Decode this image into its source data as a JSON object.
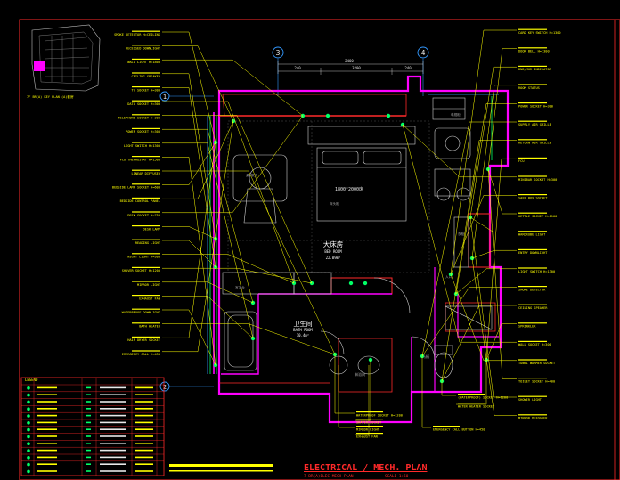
{
  "drawing": {
    "title": "ELECTRICAL / MECH. PLAN",
    "subtitle": "7-BR(A)ELEC-MECH PLAN",
    "scale": "SCALE 1:50"
  },
  "grid": {
    "marker_3": "3",
    "marker_4": "4",
    "marker_1": "1",
    "marker_2": "2",
    "dim_a": "240",
    "dim_b": "2400",
    "dim_c": "3200",
    "dim_d": "240"
  },
  "rooms": {
    "bed_label_cn": "大床房",
    "bed_label_en": "BED ROOM",
    "bed_area": "22.09m²",
    "bed_size": "1800*2000床",
    "bath_label_cn": "卫生间",
    "bath_label_en": "BATH ROOM",
    "bath_area": "10.4m²",
    "table_cn": "桌/茶几",
    "bed_tag": "床头柜",
    "entry_cn": "入口",
    "cabinet_cn": "衣柜",
    "shower_cn": "淋浴间",
    "toilet_cn": "马桶",
    "desk_cn": "写字台",
    "tv_cn": "电视柜"
  },
  "keyplan": {
    "caption": "7F BR(A) KEY PLAN  (A)套房"
  },
  "callouts_left": [
    "SMOKE DETECTOR H=CEILING",
    "RECESSED DOWNLIGHT",
    "WALL LIGHT H=1800",
    "CEILING SPEAKER",
    "TV SOCKET H=300",
    "DATA SOCKET H=300",
    "TELEPHONE SOCKET H=300",
    "POWER SOCKET H=300",
    "LIGHT SWITCH H=1300",
    "FCU THERMOSTAT H=1500",
    "LINEAR DIFFUSER",
    "BEDSIDE LAMP SOCKET H=600",
    "BEDSIDE CONTROL PANEL",
    "DESK SOCKET H=750",
    "DESK LAMP",
    "READING LIGHT",
    "NIGHT LIGHT H=300",
    "SHAVER SOCKET H=1200",
    "MIRROR LIGHT",
    "EXHAUST FAN",
    "WATERPROOF DOWNLIGHT",
    "BATH HEATER",
    "HAIR DRYER SOCKET",
    "EMERGENCY CALL H=450"
  ],
  "callouts_right": [
    "CARD KEY SWITCH H=1300",
    "DOOR BELL H=1300",
    "DND/MUR INDICATOR",
    "ROOM STATUS",
    "POWER SOCKET H=300",
    "SUPPLY AIR GRILLE",
    "RETURN AIR GRILLE",
    "FCU",
    "MINIBAR SOCKET H=300",
    "SAFE BOX SOCKET",
    "KETTLE SOCKET H=1100",
    "WARDROBE LIGHT",
    "ENTRY DOWNLIGHT",
    "LIGHT SWITCH H=1300",
    "SMOKE DETECTOR",
    "CEILING SPEAKER",
    "SPRINKLER",
    "WALL SOCKET H=300",
    "TOWEL WARMER SOCKET",
    "TOILET SOCKET H=400",
    "SHOWER LIGHT",
    "MIRROR DEFOGGER"
  ],
  "callouts_bottom": [
    "WATERPROOF SOCKET H=1200",
    "SHAVER SOCKET",
    "MIRROR LIGHT",
    "EXHAUST FAN",
    "EMERGENCY CALL BUTTON H=450",
    "(WATERPROOF) SOCKET H=1200",
    "WATER HEATER SOCKET"
  ],
  "legend": {
    "header": "LEGEND",
    "rows": 13
  },
  "colors": {
    "wall": "#ff00ff",
    "wall_inner": "#ff2a2a",
    "annotation": "#ffff00",
    "grid": "#3399ff",
    "window": "#00ff66",
    "furniture": "#cfcfcf",
    "title": "#ff2a2a"
  }
}
